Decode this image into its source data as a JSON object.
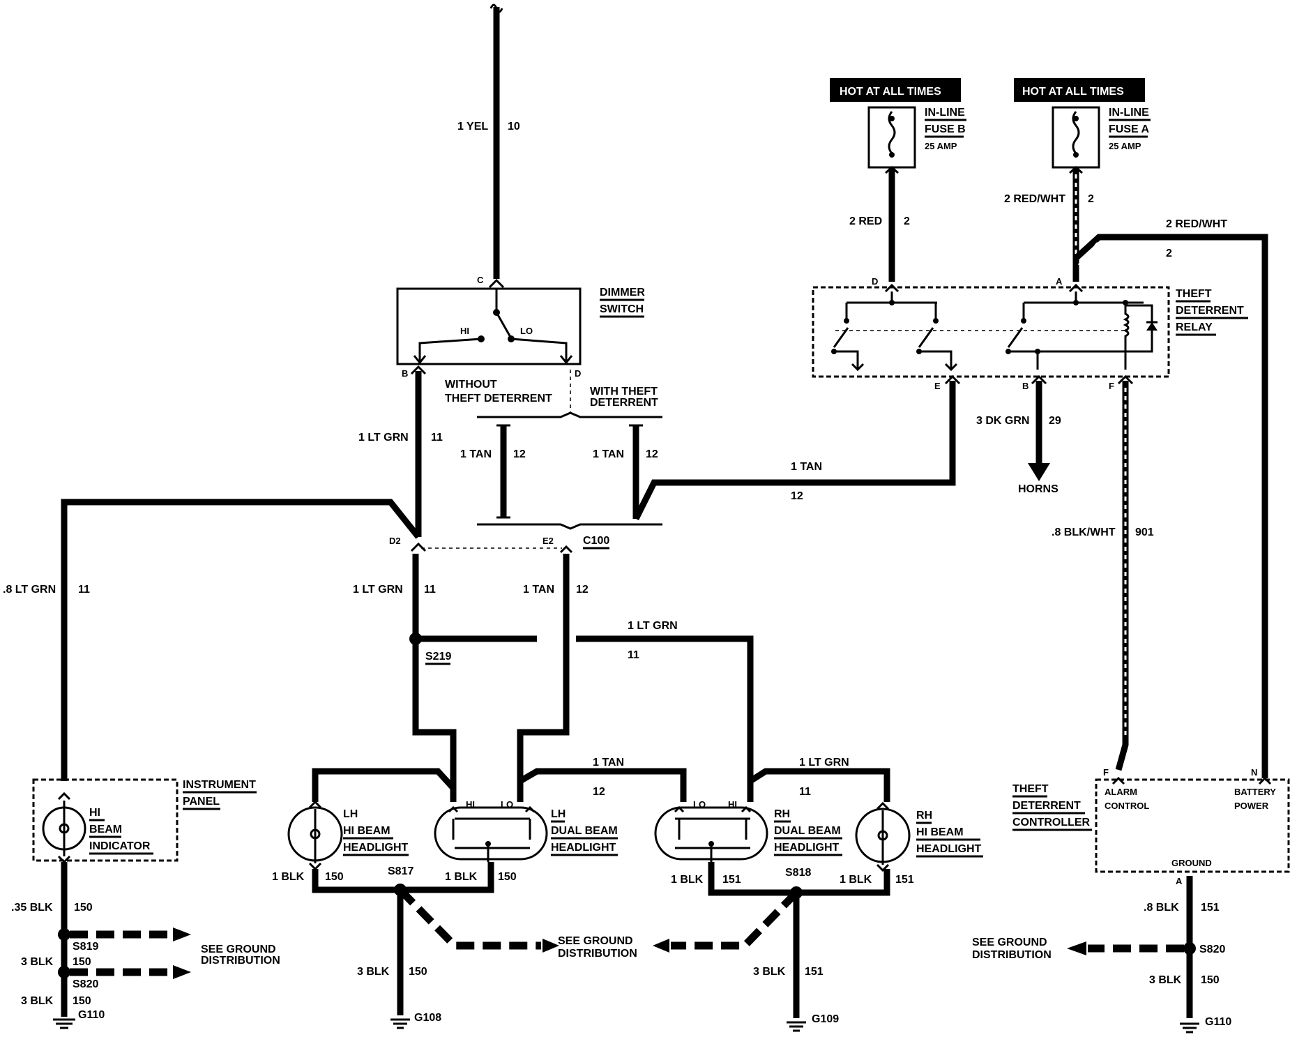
{
  "hot_labels": [
    "HOT AT ALL TIMES",
    "HOT AT ALL TIMES"
  ],
  "fuses": [
    {
      "name": "IN-LINE",
      "name2": "FUSE B",
      "rating": "25 AMP"
    },
    {
      "name": "IN-LINE",
      "name2": "FUSE A",
      "rating": "25 AMP"
    }
  ],
  "components": {
    "dimmer": [
      "DIMMER",
      "SWITCH"
    ],
    "relay": [
      "THEFT",
      "DETERRENT",
      "RELAY"
    ],
    "instrument_panel": [
      "INSTRUMENT",
      "PANEL"
    ],
    "hi_beam_indicator": [
      "HI",
      "BEAM",
      "INDICATOR"
    ],
    "lh_hi": [
      "LH",
      "HI BEAM",
      "HEADLIGHT"
    ],
    "lh_dual": [
      "LH",
      "DUAL BEAM",
      "HEADLIGHT"
    ],
    "rh_dual": [
      "RH",
      "DUAL BEAM",
      "HEADLIGHT"
    ],
    "rh_hi": [
      "RH",
      "HI BEAM",
      "HEADLIGHT"
    ],
    "controller": [
      "THEFT",
      "DETERRENT",
      "CONTROLLER"
    ],
    "alarm": [
      "ALARM",
      "CONTROL"
    ],
    "battery": [
      "BATTERY",
      "POWER"
    ],
    "ground": "GROUND",
    "horns": "HORNS",
    "without": [
      "WITHOUT",
      "THEFT DETERRENT"
    ],
    "with": [
      "WITH THEFT",
      "DETERRENT"
    ],
    "see_ground": [
      "SEE GROUND",
      "DISTRIBUTION"
    ]
  },
  "pins": {
    "C": "C",
    "B": "B",
    "D": "D",
    "HI": "HI",
    "LO": "LO",
    "D2": "D2",
    "E2": "E2",
    "C100": "C100",
    "relayD": "D",
    "relayA": "A",
    "relayE": "E",
    "relayB": "B",
    "relayF": "F",
    "ctrlF": "F",
    "ctrlN": "N",
    "ctrlA": "A"
  },
  "wires": {
    "yel": [
      "1 YEL",
      "10"
    ],
    "red": [
      "2 RED",
      "2"
    ],
    "redwht_a": [
      "2 RED/WHT",
      "2"
    ],
    "redwht_b": [
      "2 RED/WHT",
      "2"
    ],
    "ltgrn_top": [
      "1 LT GRN",
      "11"
    ],
    "tan_l": [
      "1 TAN",
      "12"
    ],
    "tan_r": [
      "1 TAN",
      "12"
    ],
    "tan_relay": [
      "1 TAN",
      "12"
    ],
    "dkgrn": [
      "3 DK GRN",
      "29"
    ],
    "blkwht": [
      ".8 BLK/WHT",
      "901"
    ],
    "ltgrn_left": [
      ".8 LT GRN",
      "11"
    ],
    "ltgrn_mid": [
      "1 LT GRN",
      "11"
    ],
    "tan_mid": [
      "1 TAN",
      "12"
    ],
    "ltgrn_cross": [
      "1 LT GRN",
      "11"
    ],
    "tan_lower": [
      "1 TAN",
      "12"
    ],
    "ltgrn_lower": [
      "1 LT GRN",
      "11"
    ],
    "blk35": [
      ".35 BLK",
      "150"
    ],
    "blk3a": [
      "3 BLK",
      "150"
    ],
    "blk3b": [
      "3 BLK",
      "150"
    ],
    "blk1_lh_hi": [
      "1 BLK",
      "150"
    ],
    "blk1_lh_dual": [
      "1 BLK",
      "150"
    ],
    "blk1_rh_dual": [
      "1 BLK",
      "151"
    ],
    "blk1_rh_hi": [
      "1 BLK",
      "151"
    ],
    "blk3_g108": [
      "3 BLK",
      "150"
    ],
    "blk3_g109": [
      "3 BLK",
      "151"
    ],
    "blk8_ctrl": [
      ".8 BLK",
      "151"
    ],
    "blk3_ctrl": [
      "3 BLK",
      "150"
    ]
  },
  "splices": [
    "S219",
    "S817",
    "S818",
    "S819",
    "S820",
    "S820"
  ],
  "grounds": [
    "G110",
    "G108",
    "G109",
    "G110"
  ]
}
